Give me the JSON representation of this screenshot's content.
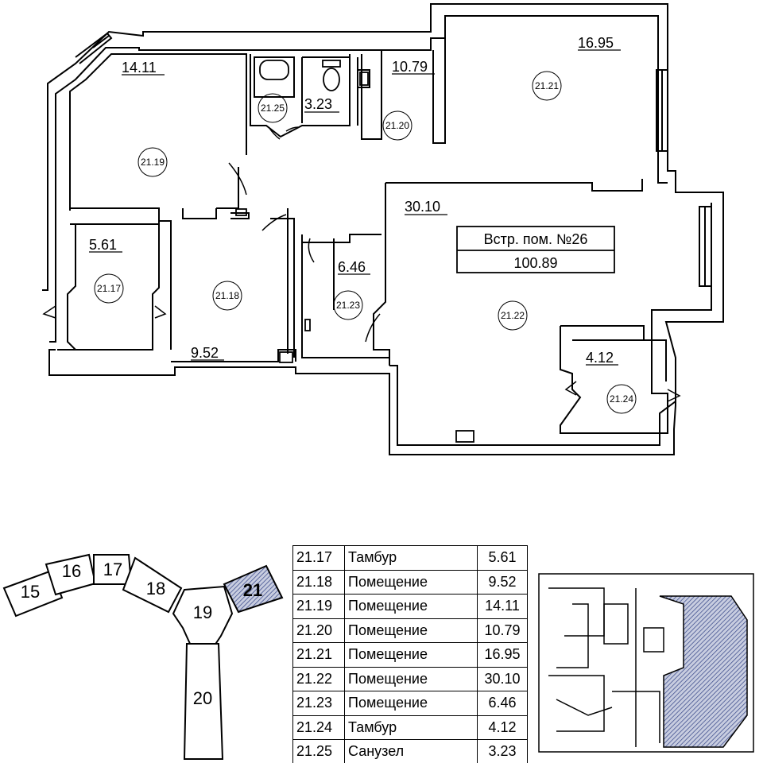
{
  "plan": {
    "areas": {
      "a1411": "14.11",
      "a323": "3.23",
      "a1079": "10.79",
      "a1695": "16.95",
      "a3010": "30.10",
      "a561": "5.61",
      "a646": "6.46",
      "a952": "9.52",
      "a412": "4.12"
    },
    "room_ids": {
      "r2117": "21.17",
      "r2118": "21.18",
      "r2119": "21.19",
      "r2120": "21.20",
      "r2121": "21.21",
      "r2122": "21.22",
      "r2123": "21.23",
      "r2124": "21.24",
      "r2125": "21.25"
    },
    "premise": {
      "title": "Встр. пом. №26",
      "total": "100.89"
    }
  },
  "keymap": {
    "sections": {
      "s15": "15",
      "s16": "16",
      "s17": "17",
      "s18": "18",
      "s19": "19",
      "s20": "20",
      "s21": "21"
    }
  },
  "rooms_table": [
    {
      "id": "21.17",
      "name": "Тамбур",
      "area": "5.61"
    },
    {
      "id": "21.18",
      "name": "Помещение",
      "area": "9.52"
    },
    {
      "id": "21.19",
      "name": "Помещение",
      "area": "14.11"
    },
    {
      "id": "21.20",
      "name": "Помещение",
      "area": "10.79"
    },
    {
      "id": "21.21",
      "name": "Помещение",
      "area": "16.95"
    },
    {
      "id": "21.22",
      "name": "Помещение",
      "area": "30.10"
    },
    {
      "id": "21.23",
      "name": "Помещение",
      "area": "6.46"
    },
    {
      "id": "21.24",
      "name": "Тамбур",
      "area": "4.12"
    },
    {
      "id": "21.25",
      "name": "Санузел",
      "area": "3.23"
    }
  ]
}
